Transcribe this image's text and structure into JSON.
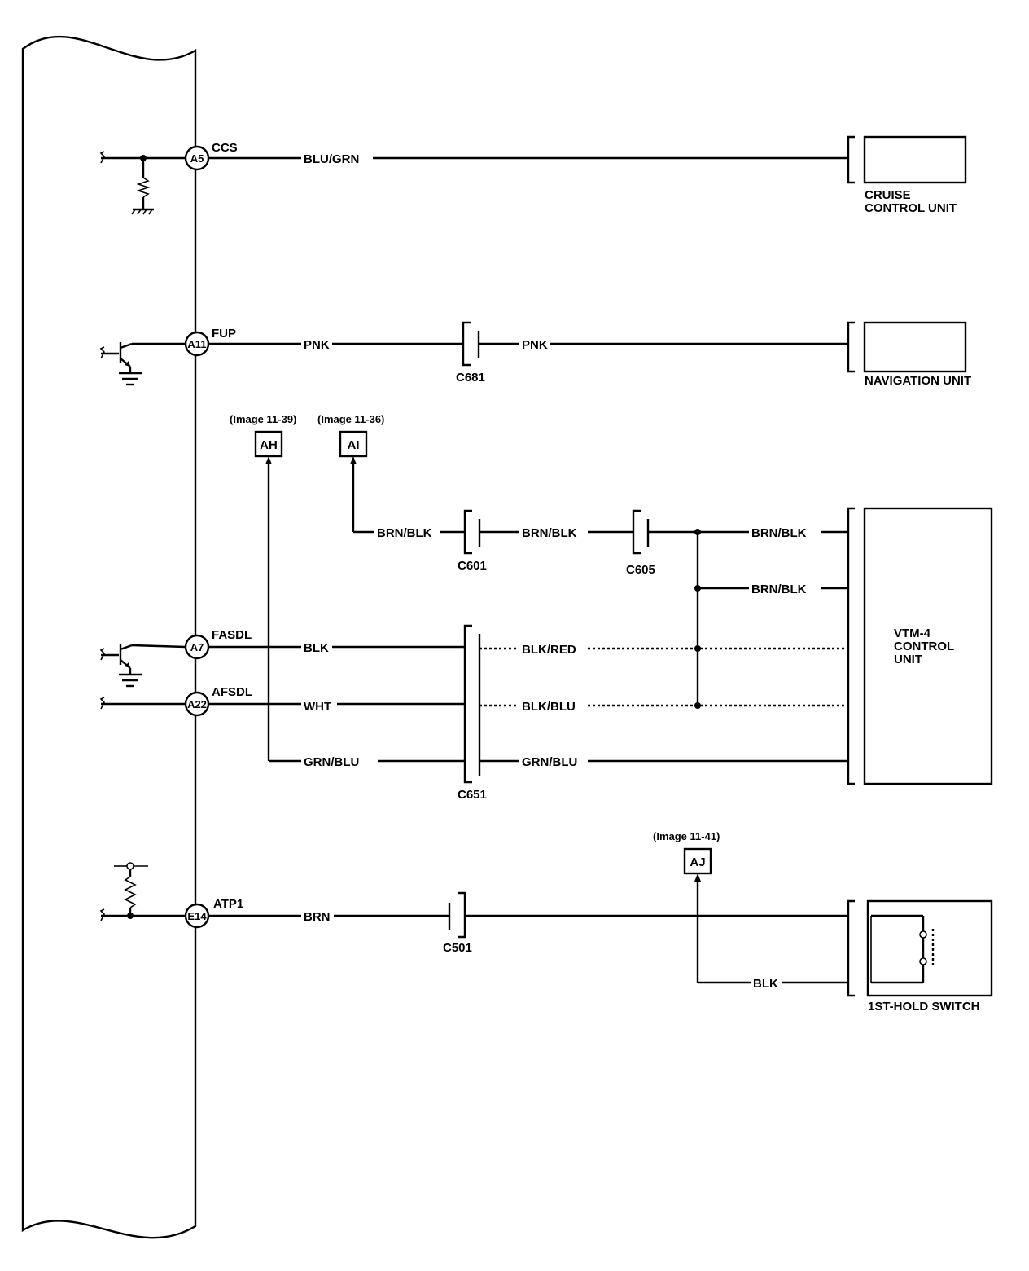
{
  "ecm_pins": [
    {
      "pin": "A5",
      "signal": "CCS"
    },
    {
      "pin": "A11",
      "signal": "FUP"
    },
    {
      "pin": "A7",
      "signal": "FASDL"
    },
    {
      "pin": "A22",
      "signal": "AFSDL"
    },
    {
      "pin": "E14",
      "signal": "ATP1"
    }
  ],
  "wires": {
    "ccs": "BLU/GRN",
    "fup_1": "PNK",
    "fup_2": "PNK",
    "ai_1": "BRN/BLK",
    "ai_2": "BRN/BLK",
    "ai_3": "BRN/BLK",
    "ai_4": "BRN/BLK",
    "fasdl_1": "BLK",
    "fasdl_2": "BLK/RED",
    "afsdl_1": "WHT",
    "afsdl_2": "BLK/BLU",
    "ah_1": "GRN/BLU",
    "ah_2": "GRN/BLU",
    "atp1": "BRN",
    "aj": "BLK"
  },
  "connectors": {
    "c681": "C681",
    "c601": "C601",
    "c605": "C605",
    "c651": "C651",
    "c501": "C501"
  },
  "refs": {
    "ah": {
      "tag": "AH",
      "note": "(Image 11-39)"
    },
    "ai": {
      "tag": "AI",
      "note": "(Image 11-36)"
    },
    "aj": {
      "tag": "AJ",
      "note": "(Image 11-41)"
    }
  },
  "components": {
    "cruise": [
      "CRUISE",
      "CONTROL UNIT"
    ],
    "navigation": "NAVIGATION UNIT",
    "vtm4": [
      "VTM-4",
      "CONTROL",
      "UNIT"
    ],
    "hold_switch": "1ST-HOLD SWITCH"
  }
}
